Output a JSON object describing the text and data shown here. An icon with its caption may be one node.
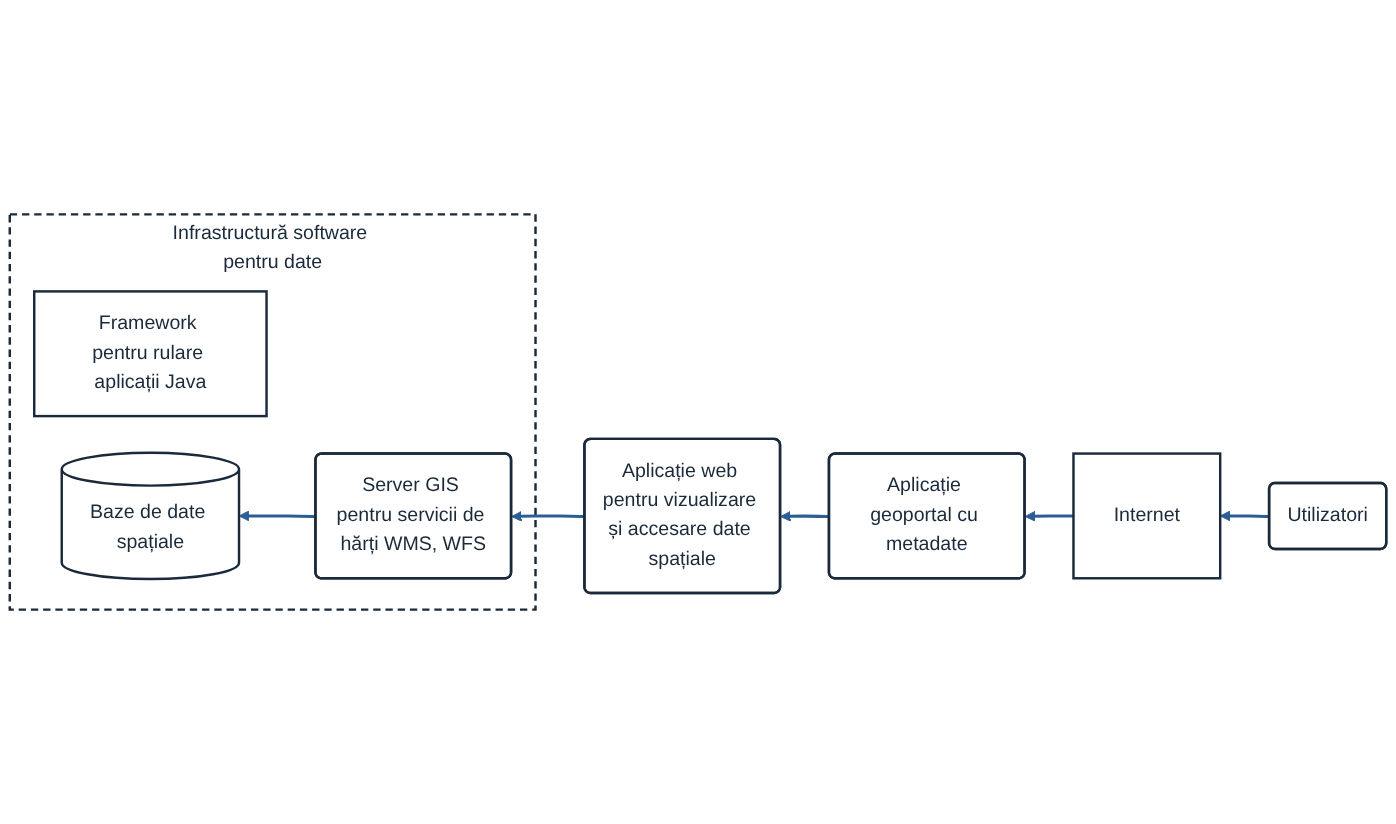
{
  "diagram": {
    "nodes": [
      {
        "text": [
          "Infrastructură software pentru date"
        ]
      },
      {
        "text": [
          "Framework pentru rulare aplicații Java"
        ],
        "in": 0
      },
      {
        "text": [
          "Server GIS pentru servicii de hărți WMS, WFS"
        ],
        "in": 0
      },
      {
        "text": [
          "Baze de date spațiale"
        ],
        "in": 0
      },
      {
        "text": [
          "Aplicație web pentru vizualizare și accesare date spațiale"
        ]
      },
      {
        "text": [
          "Aplicație geoportal cu metadate"
        ]
      },
      {
        "text": [
          "Internet"
        ]
      },
      {
        "text": [
          "Utilizatori"
        ]
      }
    ],
    "edges": [
      {
        "from": 7,
        "to": 6,
        "arrow": "to"
      },
      {
        "from": 6,
        "to": 5,
        "arrow": "to"
      },
      {
        "from": 5,
        "to": 4,
        "arrow": "to"
      },
      {
        "from": 4,
        "to": 2,
        "arrow": "to"
      },
      {
        "from": 2,
        "to": 3,
        "arrow": "to"
      }
    ]
  }
}
